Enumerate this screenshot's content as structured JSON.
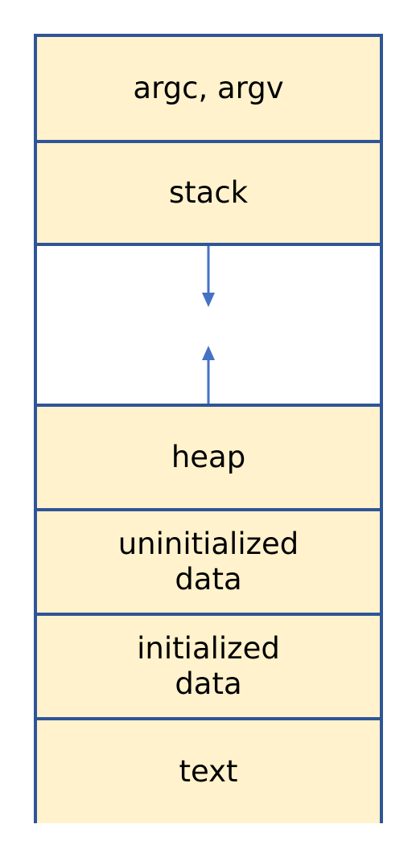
{
  "segments": {
    "argc_argv": "argc, argv",
    "stack": "stack",
    "heap": "heap",
    "uninitialized_data": "uninitialized\ndata",
    "initialized_data": "initialized\ndata",
    "text": "text"
  },
  "colors": {
    "segment_fill": "#FFF2CC",
    "border": "#2F5597",
    "arrow": "#4472C4",
    "gap_fill": "#FFFFFF"
  },
  "arrows": {
    "stack_growth": "down-arrow",
    "heap_growth": "up-arrow"
  }
}
